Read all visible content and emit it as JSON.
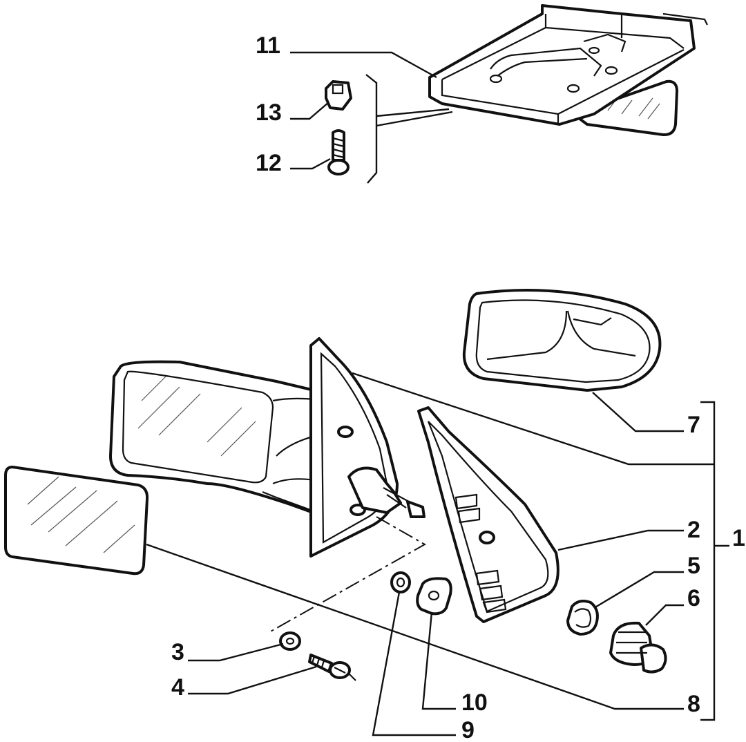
{
  "diagram": {
    "callouts": [
      {
        "id": "c11",
        "text": "11"
      },
      {
        "id": "c13",
        "text": "13"
      },
      {
        "id": "c12",
        "text": "12"
      },
      {
        "id": "c7",
        "text": "7"
      },
      {
        "id": "c2",
        "text": "2"
      },
      {
        "id": "c1",
        "text": "1"
      },
      {
        "id": "c5",
        "text": "5"
      },
      {
        "id": "c6",
        "text": "6"
      },
      {
        "id": "c3",
        "text": "3"
      },
      {
        "id": "c4",
        "text": "4"
      },
      {
        "id": "c10",
        "text": "10"
      },
      {
        "id": "c8",
        "text": "8"
      },
      {
        "id": "c9",
        "text": "9"
      }
    ]
  }
}
